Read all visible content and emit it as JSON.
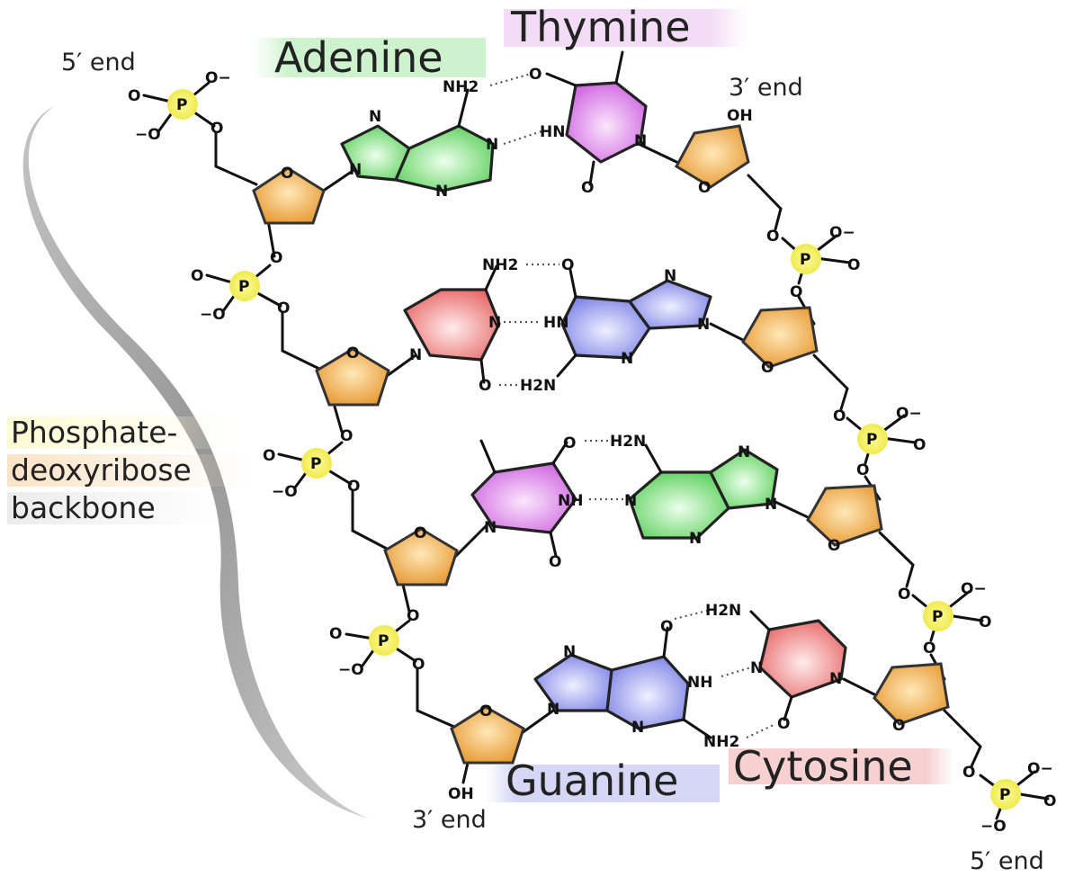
{
  "bases": {
    "adenine": "Adenine",
    "thymine": "Thymine",
    "guanine": "Guanine",
    "cytosine": "Cytosine"
  },
  "ends": {
    "five_prime_top": "5′ end",
    "three_prime_top": "3′ end",
    "three_prime_bottom": "3′ end",
    "five_prime_bottom": "5′ end"
  },
  "backbone": {
    "line1": "Phosphate-",
    "line2": "deoxyribose",
    "line3": "backbone"
  },
  "atoms": {
    "O": "O",
    "N": "N",
    "P": "P",
    "OH": "OH",
    "NH": "NH",
    "HN": "HN",
    "NH2": "NH2",
    "H2N": "H2N",
    "O_minus": "O−",
    "minus_O": "−O"
  },
  "colors": {
    "adenine": "#8ee68e",
    "thymine": "#e59cf0",
    "guanine": "#a6a9f0",
    "cytosine": "#f4a3a3",
    "sugar": "#f2b45a",
    "phosphate": "#f4f06a",
    "backbone_curve": "#9a9a9a"
  }
}
